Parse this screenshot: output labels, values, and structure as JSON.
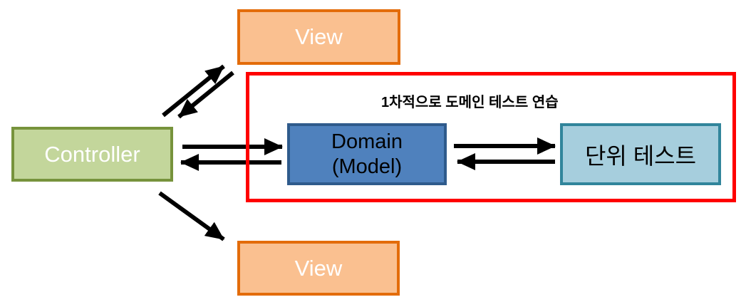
{
  "diagram": {
    "type": "architecture-diagram",
    "nodes": {
      "view_top": {
        "label": "View"
      },
      "controller": {
        "label": "Controller"
      },
      "domain": {
        "label_line1": "Domain",
        "label_line2": "(Model)"
      },
      "unit_test": {
        "label": "단위 테스트"
      },
      "view_bottom": {
        "label": "View"
      }
    },
    "annotation": {
      "label": "1차적으로 도메인 테스트 연습"
    },
    "connections": [
      {
        "from": "controller",
        "to": "view_top",
        "style": "double-arrow-diagonal"
      },
      {
        "from": "controller",
        "to": "domain",
        "style": "double-arrow-horizontal"
      },
      {
        "from": "domain",
        "to": "unit_test",
        "style": "double-arrow-horizontal"
      },
      {
        "from": "controller",
        "to": "view_bottom",
        "style": "single-arrow-diagonal"
      }
    ],
    "colors": {
      "view_fill": "#FAC090",
      "view_border": "#E36C0A",
      "controller_fill": "#C3D69B",
      "controller_border": "#77933C",
      "domain_fill": "#4F81BD",
      "domain_border": "#2F5B8C",
      "unit_test_fill": "#A6CEDD",
      "unit_test_border": "#31859B",
      "highlight_border": "#FF0000",
      "arrow": "#000000",
      "background": "#FFFFFF"
    }
  }
}
